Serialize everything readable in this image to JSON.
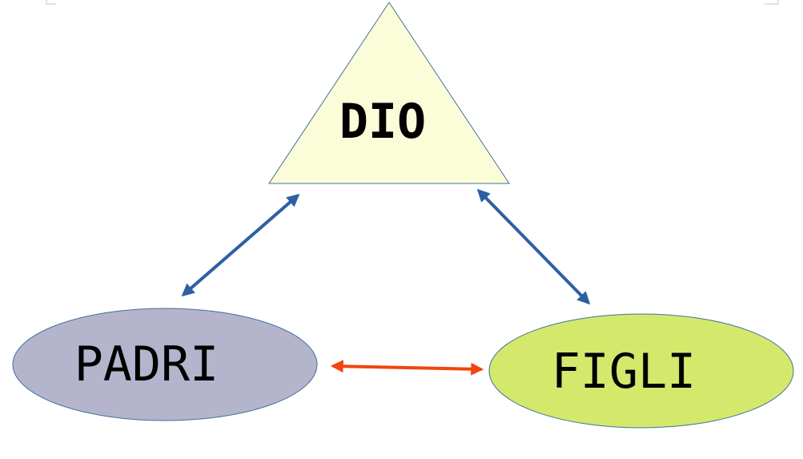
{
  "diagram": {
    "nodes": {
      "god": {
        "label": "DIO",
        "shape": "triangle",
        "fill": "#fbfdd8",
        "stroke": "#41719c"
      },
      "fathers": {
        "label": "PADRI",
        "shape": "ellipse",
        "fill": "#b4b4cc",
        "stroke": "#41719c"
      },
      "children": {
        "label": "FIGLI",
        "shape": "ellipse",
        "fill": "#d4e96c",
        "stroke": "#41719c"
      }
    },
    "arrows": [
      {
        "from": "god",
        "to": "fathers",
        "direction": "both",
        "color": "#2e5fa3"
      },
      {
        "from": "god",
        "to": "children",
        "direction": "both",
        "color": "#2e5fa3"
      },
      {
        "from": "fathers",
        "to": "children",
        "direction": "both",
        "color": "#f0450f"
      }
    ]
  }
}
